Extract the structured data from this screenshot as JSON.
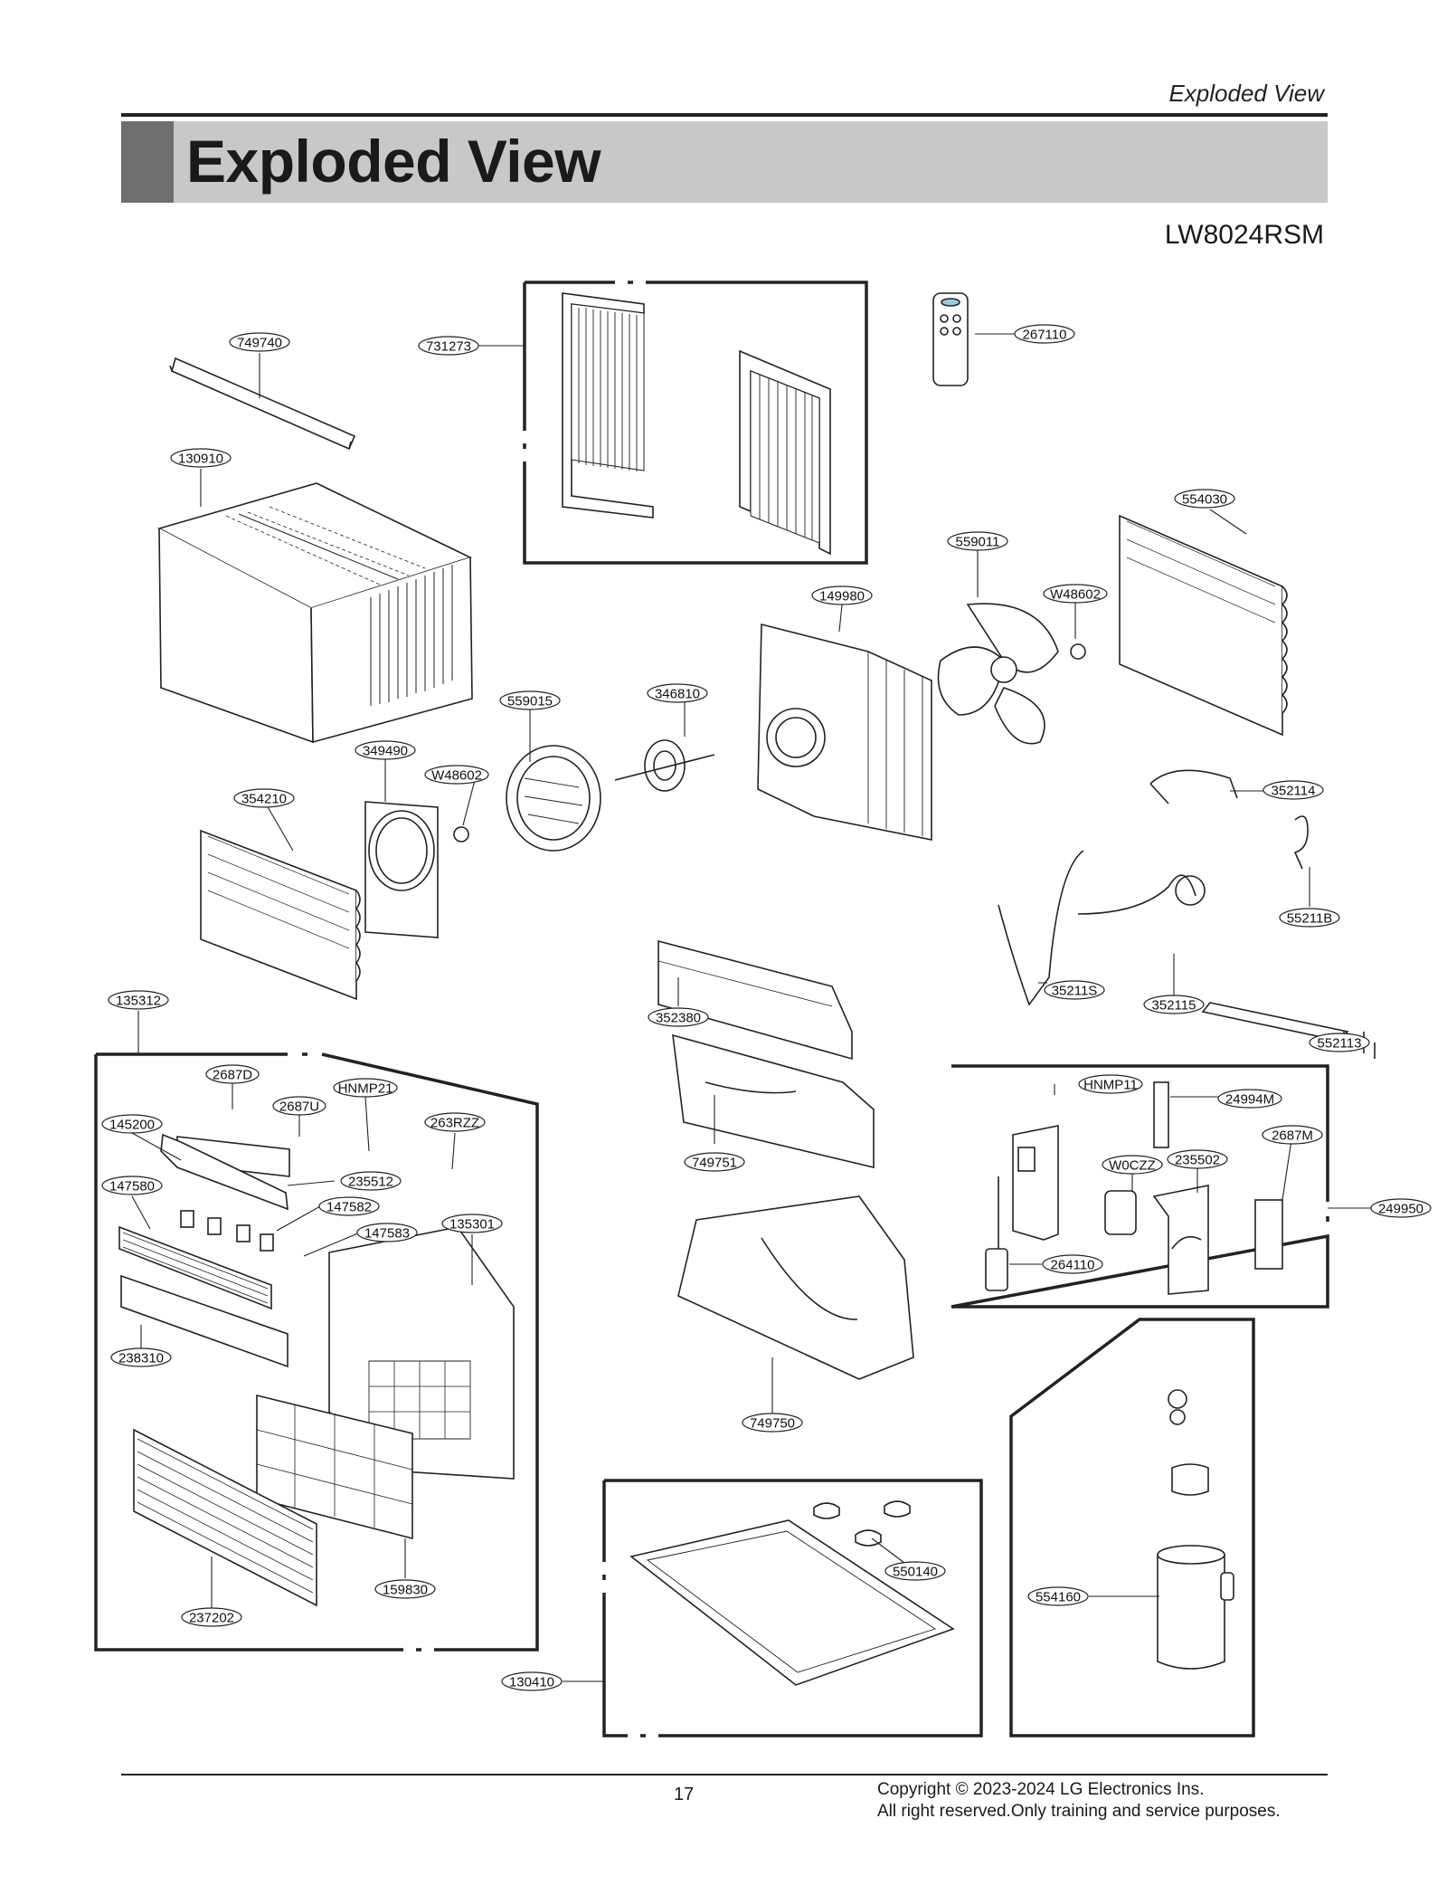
{
  "header": {
    "section_label": "Exploded View",
    "title": "Exploded View",
    "model": "LW8024RSM"
  },
  "parts": [
    "749740",
    "731273",
    "267110",
    "130910",
    "554030",
    "559011",
    "W48602",
    "149980",
    "559015",
    "346810",
    "349490",
    "354210",
    "352114",
    "55211B",
    "35211S",
    "352115",
    "552113",
    "135312",
    "2687D",
    "HNMP21",
    "2687U",
    "145200",
    "263RZZ",
    "235512",
    "147580",
    "147582",
    "147583",
    "135301",
    "238310",
    "237202",
    "159830",
    "352380",
    "749751",
    "749750",
    "HNMP11",
    "24994M",
    "2687M",
    "W0CZZ",
    "235502",
    "249950",
    "264110",
    "550140",
    "554160",
    "130410"
  ],
  "footer": {
    "page_number": "17",
    "copyright_line1": "Copyright © 2023-2024 LG Electronics Ins.",
    "copyright_line2": "All right reserved.Only training and service purposes."
  }
}
